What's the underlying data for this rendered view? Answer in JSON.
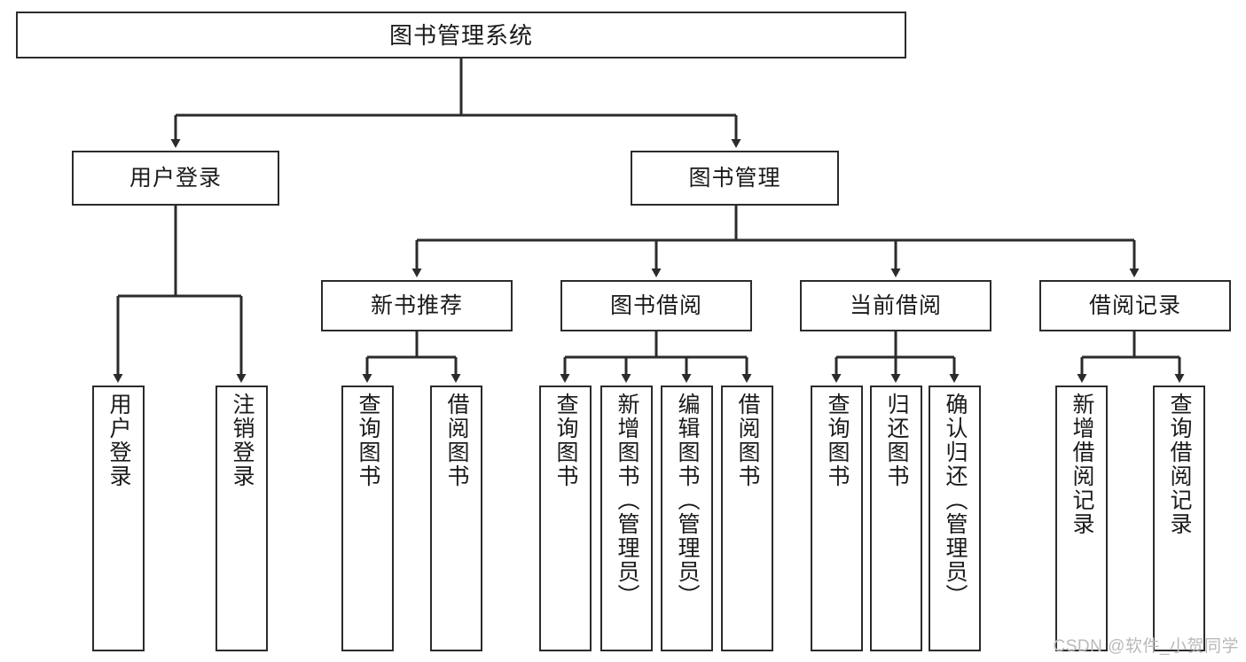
{
  "diagram": {
    "title": "图书管理系统",
    "root": {
      "label": "图书管理系统"
    },
    "level2": [
      {
        "label": "用户登录"
      },
      {
        "label": "图书管理"
      }
    ],
    "level3": [
      {
        "label": "新书推荐"
      },
      {
        "label": "图书借阅"
      },
      {
        "label": "当前借阅"
      },
      {
        "label": "借阅记录"
      }
    ],
    "leaves": {
      "user_login": [
        {
          "label": "用户登录"
        },
        {
          "label": "注销登录"
        }
      ],
      "new_book_recommend": [
        {
          "label": "查询图书"
        },
        {
          "label": "借阅图书"
        }
      ],
      "book_borrow": [
        {
          "label": "查询图书"
        },
        {
          "label": "新增图书（管理员）"
        },
        {
          "label": "编辑图书（管理员）"
        },
        {
          "label": "借阅图书"
        }
      ],
      "current_borrow": [
        {
          "label": "查询图书"
        },
        {
          "label": "归还图书"
        },
        {
          "label": "确认归还（管理员）"
        }
      ],
      "borrow_record": [
        {
          "label": "新增借阅记录"
        },
        {
          "label": "查询借阅记录"
        }
      ]
    }
  },
  "watermark": {
    "text": "CSDN @软件_小贺同学"
  },
  "colors": {
    "box_border": "#2b2b2b",
    "line": "#2b2b2b",
    "text": "#1a1a1a",
    "background": "#ffffff",
    "watermark": "#b9b9b9"
  }
}
